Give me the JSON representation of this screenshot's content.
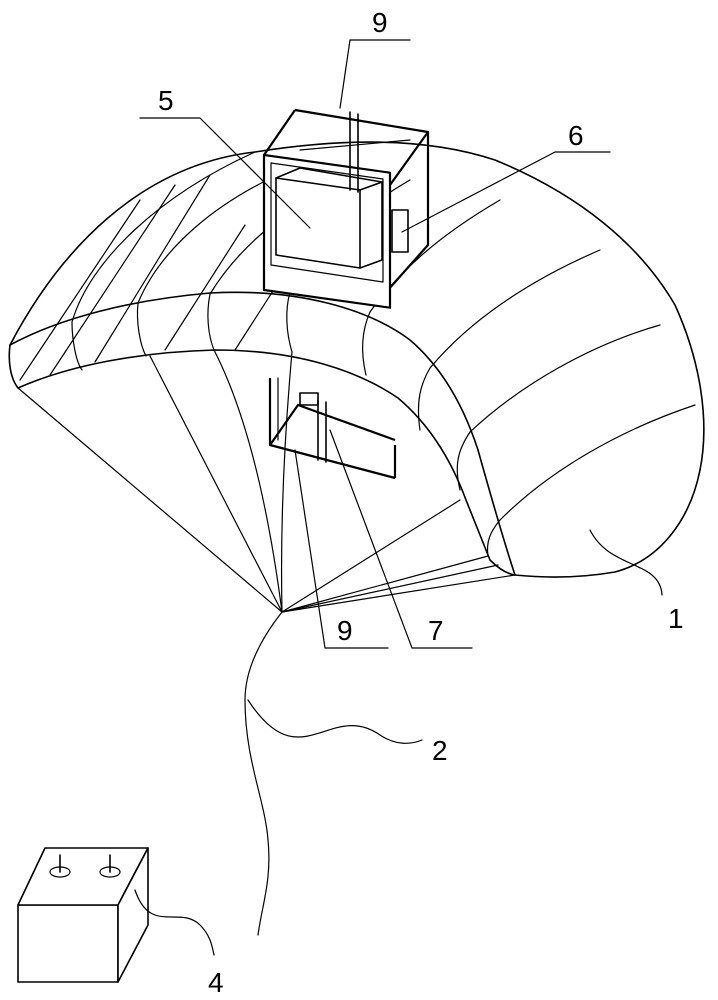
{
  "labels": {
    "canopy": "1",
    "tether": "2",
    "controller": "4",
    "upper_box": "5",
    "side_unit": "6",
    "lower_box": "7",
    "upper_rod": "9",
    "lower_rod": "9"
  },
  "colors": {
    "line": "#000000",
    "background": "#ffffff"
  }
}
